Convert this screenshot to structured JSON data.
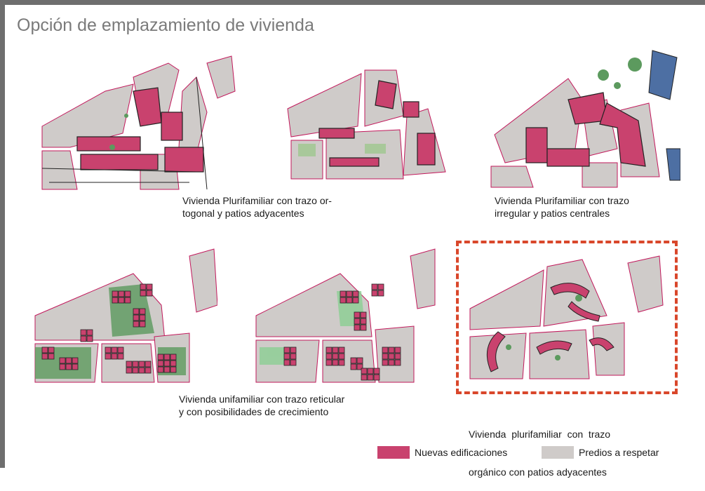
{
  "title": "Opción de emplazamiento de vivienda",
  "colors": {
    "new_buildings": "#c9426e",
    "existing_plots": "#cfcbc9",
    "green": "#5c9a5e",
    "street_lines": "#c2185b",
    "highlight_border": "#d9472b"
  },
  "options": [
    {
      "caption_lines": [
        "Vivienda Plurifamiliar con trazo or-",
        "togonal y patios adyacentes"
      ]
    },
    {
      "caption_lines": [
        "Vivienda Plurifamiliar con trazo",
        "irregular y patios centrales"
      ]
    },
    {
      "caption_lines": [
        "Vivienda unifamiliar con trazo reticular",
        "y con posibilidades de crecimiento"
      ]
    },
    {
      "caption_lines": [
        "Vivienda  plurifamiliar  con  trazo",
        "orgánico con patios adyacentes"
      ],
      "highlighted": true
    }
  ],
  "legend": {
    "new": "Nuevas edificaciones",
    "existing": "Predios a respetar"
  }
}
